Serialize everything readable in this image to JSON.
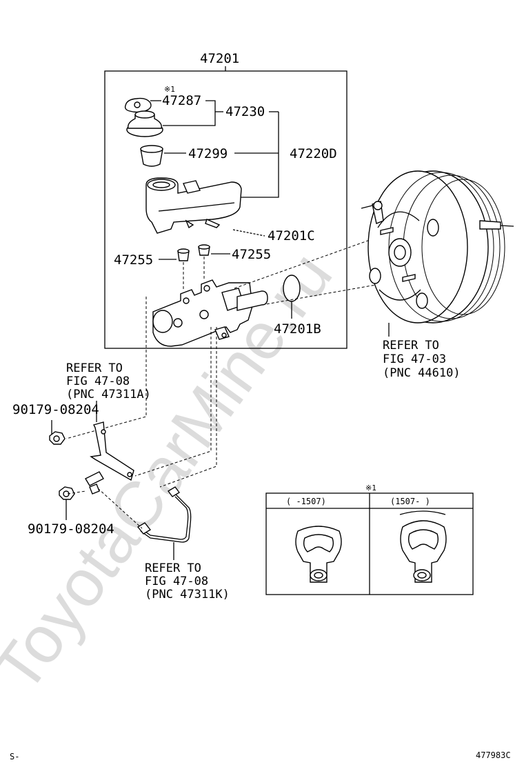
{
  "watermark": "ToyotaCarMine.ru",
  "assembly": {
    "number": "47201"
  },
  "parts": {
    "p47287": "47287",
    "p47287_mark": "※1",
    "p47230": "47230",
    "p47299": "47299",
    "p47220D": "47220D",
    "p47201C": "47201C",
    "p47255_left": "47255",
    "p47255_right": "47255",
    "p47201B": "47201B",
    "nut_upper": "90179-08204",
    "nut_lower": "90179-08204"
  },
  "references": {
    "booster": [
      "REFER TO",
      "FIG 47-03",
      "(PNC 44610)"
    ],
    "bracket": [
      "REFER TO",
      "FIG 47-08",
      "(PNC 47311A)"
    ],
    "tube": [
      "REFER TO",
      "FIG 47-08",
      "(PNC 47311K)"
    ]
  },
  "inset_table": {
    "mark": "※1",
    "col_left": "(    -1507)",
    "col_right": "(1507-    )"
  },
  "footer": {
    "left_code": "S-",
    "figure_code": "477983C"
  }
}
